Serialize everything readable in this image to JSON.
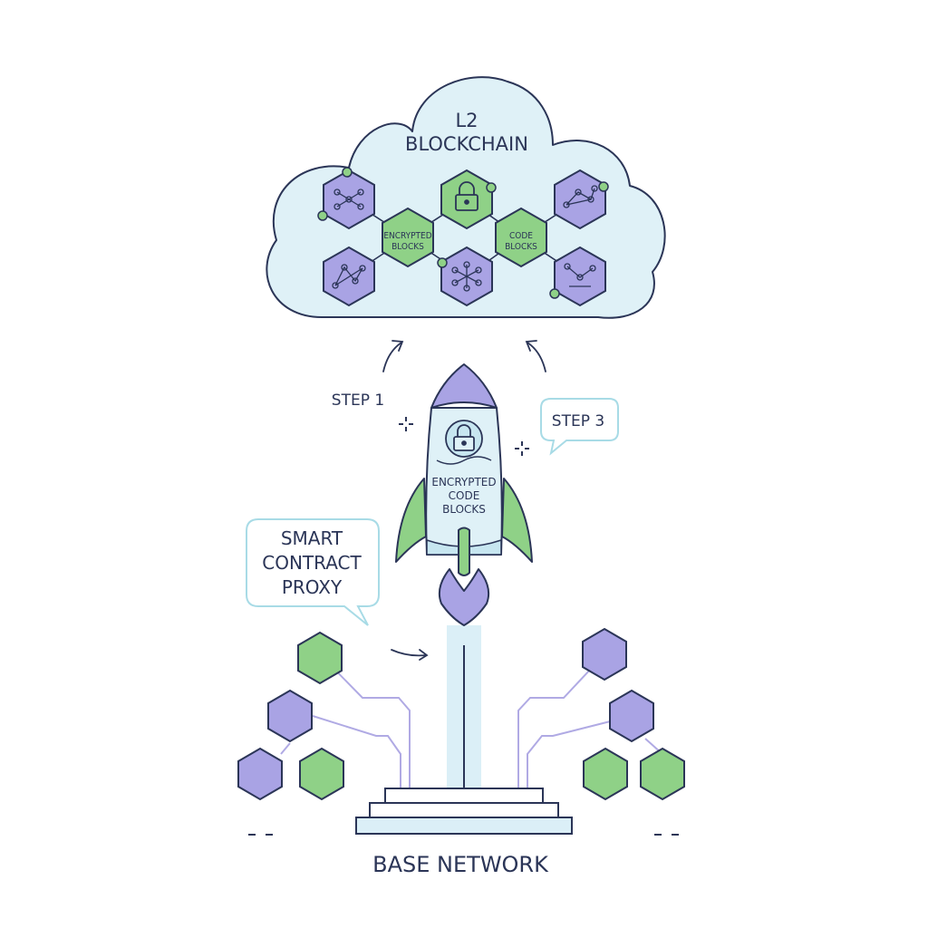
{
  "cloud": {
    "title_line1": "L2",
    "title_line2": "BLOCKCHAIN",
    "node_encrypted_line1": "ENCRYPTED",
    "node_encrypted_line2": "BLOCKS",
    "node_code_line1": "CODE",
    "node_code_line2": "BLOCKS"
  },
  "labels": {
    "step1": "STEP 1",
    "step3": "STEP 3",
    "smart_line1": "SMART",
    "smart_line2": "CONTRACT",
    "smart_line3": "PROXY",
    "base": "BASE NETWORK"
  },
  "rocket": {
    "line1": "ENCRYPTED",
    "line2": "CODE",
    "line3": "BLOCKS"
  },
  "colors": {
    "navy": "#2b3557",
    "purple": "#a9a3e4",
    "green": "#8fd187",
    "cloud_fill": "#dff1f7",
    "bubble_border": "#a8dbe6",
    "launch_beam": "#dbeff7"
  }
}
